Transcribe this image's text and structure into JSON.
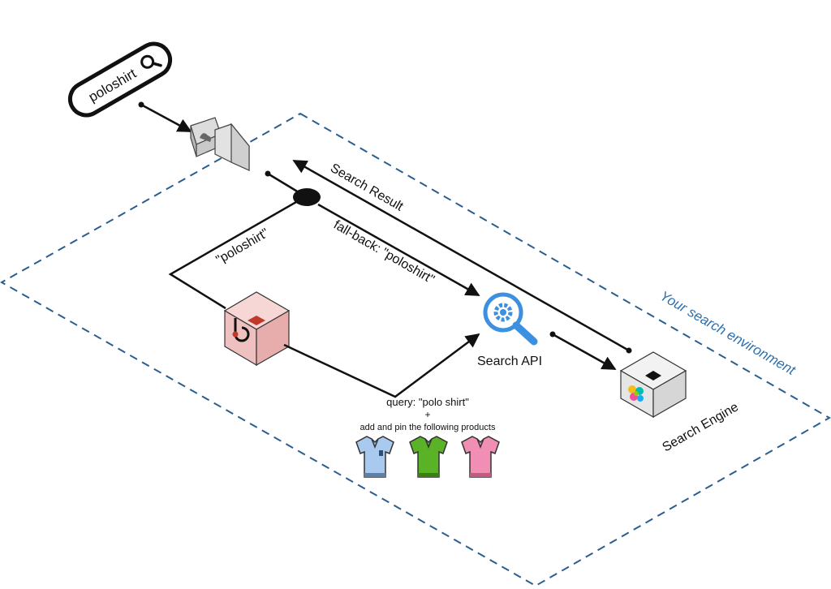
{
  "search_box": {
    "query": "poloshirt"
  },
  "edge_labels": {
    "search_result": "Search Result",
    "poloshirt_quoted": "\"poloshirt\"",
    "fallback": "fall-back: \"poloshirt\""
  },
  "nodes": {
    "search_api": "Search API",
    "search_engine": "Search Engine"
  },
  "environment_label": "Your search environment",
  "rewrite": {
    "query": "query: \"polo shirt\"",
    "plus": "+",
    "pin_text": "add and pin the following products",
    "products": [
      {
        "icon": "polo-shirt-icon",
        "color": "#a9c9ee"
      },
      {
        "icon": "polo-shirt-icon",
        "color": "#5ab227"
      },
      {
        "icon": "polo-shirt-icon",
        "color": "#f08fb3"
      }
    ]
  },
  "colors": {
    "environment_border": "#2a5e8f",
    "environment_text": "#2a6fb0",
    "search_api_icon": "#3d8fe0",
    "rewriter_cube": "#f2c4c4",
    "rewriter_accent": "#c0392b"
  }
}
